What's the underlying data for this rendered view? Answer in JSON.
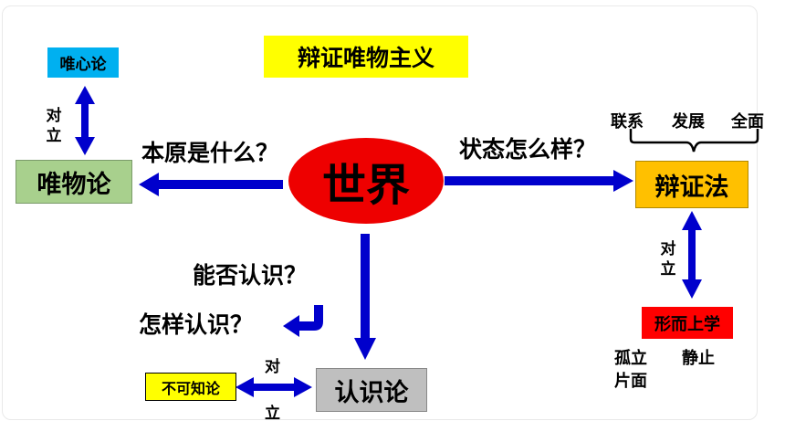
{
  "title": "辩证唯物主义",
  "center": "世界",
  "questions": {
    "origin": "本原是什么？",
    "state": "状态怎么样？",
    "can_know": "能否认识？",
    "how_know": "怎样认识？"
  },
  "nodes": {
    "materialism": "唯物论",
    "idealism": "唯心论",
    "dialectics": "辩证法",
    "metaphysics": "形而上学",
    "epistemology": "认识论",
    "agnosticism": "不可知论"
  },
  "opposition": {
    "left_1": "对",
    "left_2": "立",
    "right_1": "对",
    "right_2": "立",
    "bottom_1": "对",
    "bottom_2": "立"
  },
  "dialectics_features": {
    "connection": "联系",
    "development": "发展",
    "comprehensive": "全面"
  },
  "metaphysics_features": {
    "isolated": "孤立",
    "static": "静止",
    "one_sided": "片面"
  },
  "colors": {
    "arrow": "#0000cc",
    "title_bg": "#ffff00",
    "center_bg": "#ee0000",
    "materialism_bg": "#a8d08d",
    "idealism_bg": "#00b0f0",
    "dialectics_bg": "#ffc000",
    "metaphysics_bg": "#ff0000",
    "epistemology_bg": "#bfbfbf",
    "agnosticism_bg": "#ffff00"
  }
}
